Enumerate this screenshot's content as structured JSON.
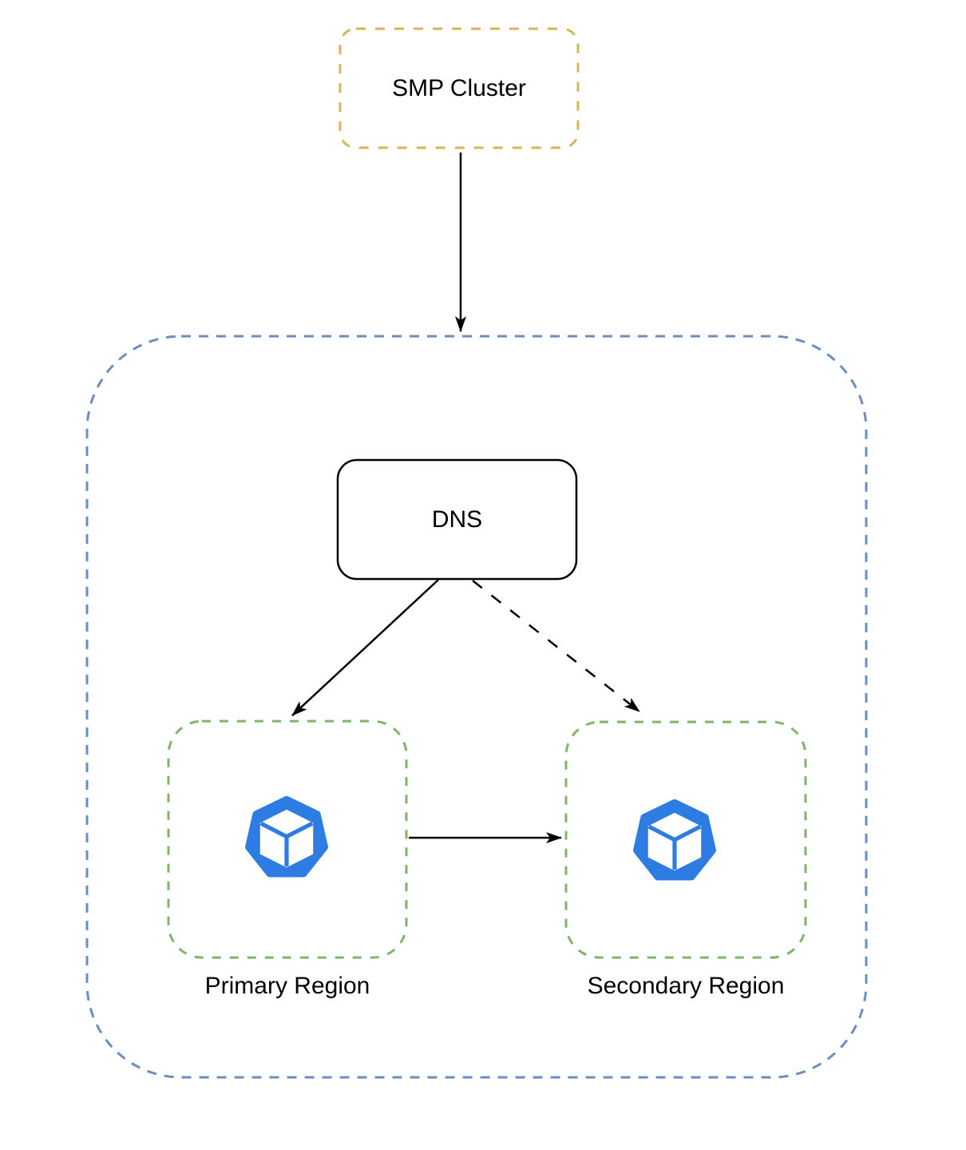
{
  "diagram": {
    "title": "SMP Cluster DNS multi-region routing diagram",
    "nodes": {
      "smp_cluster": {
        "label": "SMP Cluster"
      },
      "dns": {
        "label": "DNS"
      },
      "primary_region": {
        "label": "Primary Region",
        "icon": "cluster-heptagon-cube-icon"
      },
      "secondary_region": {
        "label": "Secondary Region",
        "icon": "cluster-heptagon-cube-icon"
      }
    },
    "edges": [
      {
        "from": "smp_cluster",
        "to": "region_container",
        "style": "solid",
        "arrow": "filled-triangle"
      },
      {
        "from": "dns",
        "to": "primary_region",
        "style": "solid",
        "arrow": "filled-triangle"
      },
      {
        "from": "dns",
        "to": "secondary_region",
        "style": "dashed",
        "arrow": "filled-triangle"
      },
      {
        "from": "primary_region",
        "to": "secondary_region",
        "style": "solid",
        "arrow": "filled-triangle"
      }
    ],
    "colors": {
      "smp_border": "#d6b656",
      "container_border": "#6c8ebf",
      "region_border": "#82b366",
      "dns_border": "#000000",
      "edge_color": "#000000",
      "icon_blue": "#2d7ce4",
      "canvas_bg": "#ffffff",
      "label_color": "#000000"
    }
  }
}
